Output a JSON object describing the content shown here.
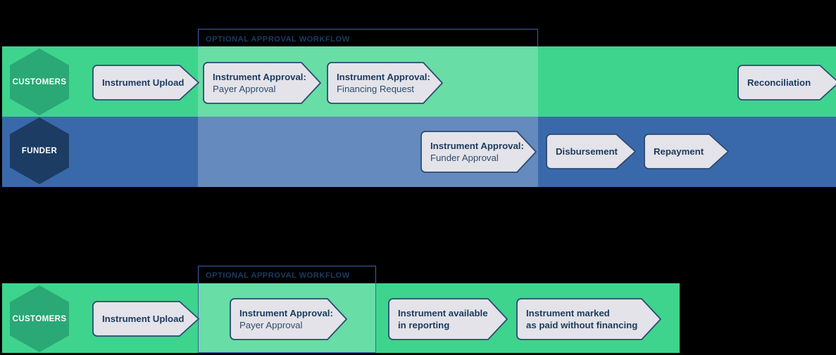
{
  "colors": {
    "background": "#000000",
    "band_customers": "#3ed48d",
    "band_funder": "#3a69ab",
    "hex_customers": "#2aa875",
    "hex_funder": "#1d3c63",
    "step_fill": "#e3e3e9",
    "step_border": "#2b4a72",
    "text_primary": "#1b3a5f",
    "text_secondary": "#2f4c6d",
    "overlay_border": "#3f5fa8"
  },
  "diagrams": [
    {
      "id": "financed-instrument-flow",
      "lanes": [
        {
          "name": "customers-lane",
          "label": "CUSTOMERS"
        },
        {
          "name": "funder-lane",
          "label": "FUNDER"
        }
      ],
      "overlay": {
        "label": "OPTIONAL APPROVAL WORKFLOW"
      },
      "steps": [
        {
          "name": "instrument-upload",
          "lane": "customers",
          "line1": "Instrument Upload",
          "line2": "",
          "line2_bold": false
        },
        {
          "name": "instrument-approval-payer",
          "lane": "customers",
          "line1": "Instrument Approval:",
          "line2": "Payer Approval",
          "line2_bold": false
        },
        {
          "name": "instrument-approval-financing",
          "lane": "customers",
          "line1": "Instrument Approval:",
          "line2": "Financing Request",
          "line2_bold": false
        },
        {
          "name": "reconciliation",
          "lane": "customers",
          "line1": "Reconciliation",
          "line2": "",
          "line2_bold": false
        },
        {
          "name": "instrument-approval-funder",
          "lane": "funder",
          "line1": "Instrument Approval:",
          "line2": "Funder Approval",
          "line2_bold": false
        },
        {
          "name": "disbursement",
          "lane": "funder",
          "line1": "Disbursement",
          "line2": "",
          "line2_bold": false
        },
        {
          "name": "repayment",
          "lane": "funder",
          "line1": "Repayment",
          "line2": "",
          "line2_bold": false
        }
      ]
    },
    {
      "id": "non-financed-instrument-flow",
      "lanes": [
        {
          "name": "customers-lane",
          "label": "CUSTOMERS"
        }
      ],
      "overlay": {
        "label": "OPTIONAL APPROVAL WORKFLOW"
      },
      "steps": [
        {
          "name": "instrument-upload",
          "lane": "customers",
          "line1": "Instrument Upload",
          "line2": "",
          "line2_bold": false
        },
        {
          "name": "instrument-approval-payer",
          "lane": "customers",
          "line1": "Instrument Approval:",
          "line2": "Payer Approval",
          "line2_bold": false
        },
        {
          "name": "instrument-available",
          "lane": "customers",
          "line1": "Instrument available",
          "line2": "in reporting",
          "line2_bold": true
        },
        {
          "name": "instrument-marked-paid",
          "lane": "customers",
          "line1": "Instrument marked",
          "line2": "as paid without financing",
          "line2_bold": true
        }
      ]
    }
  ]
}
